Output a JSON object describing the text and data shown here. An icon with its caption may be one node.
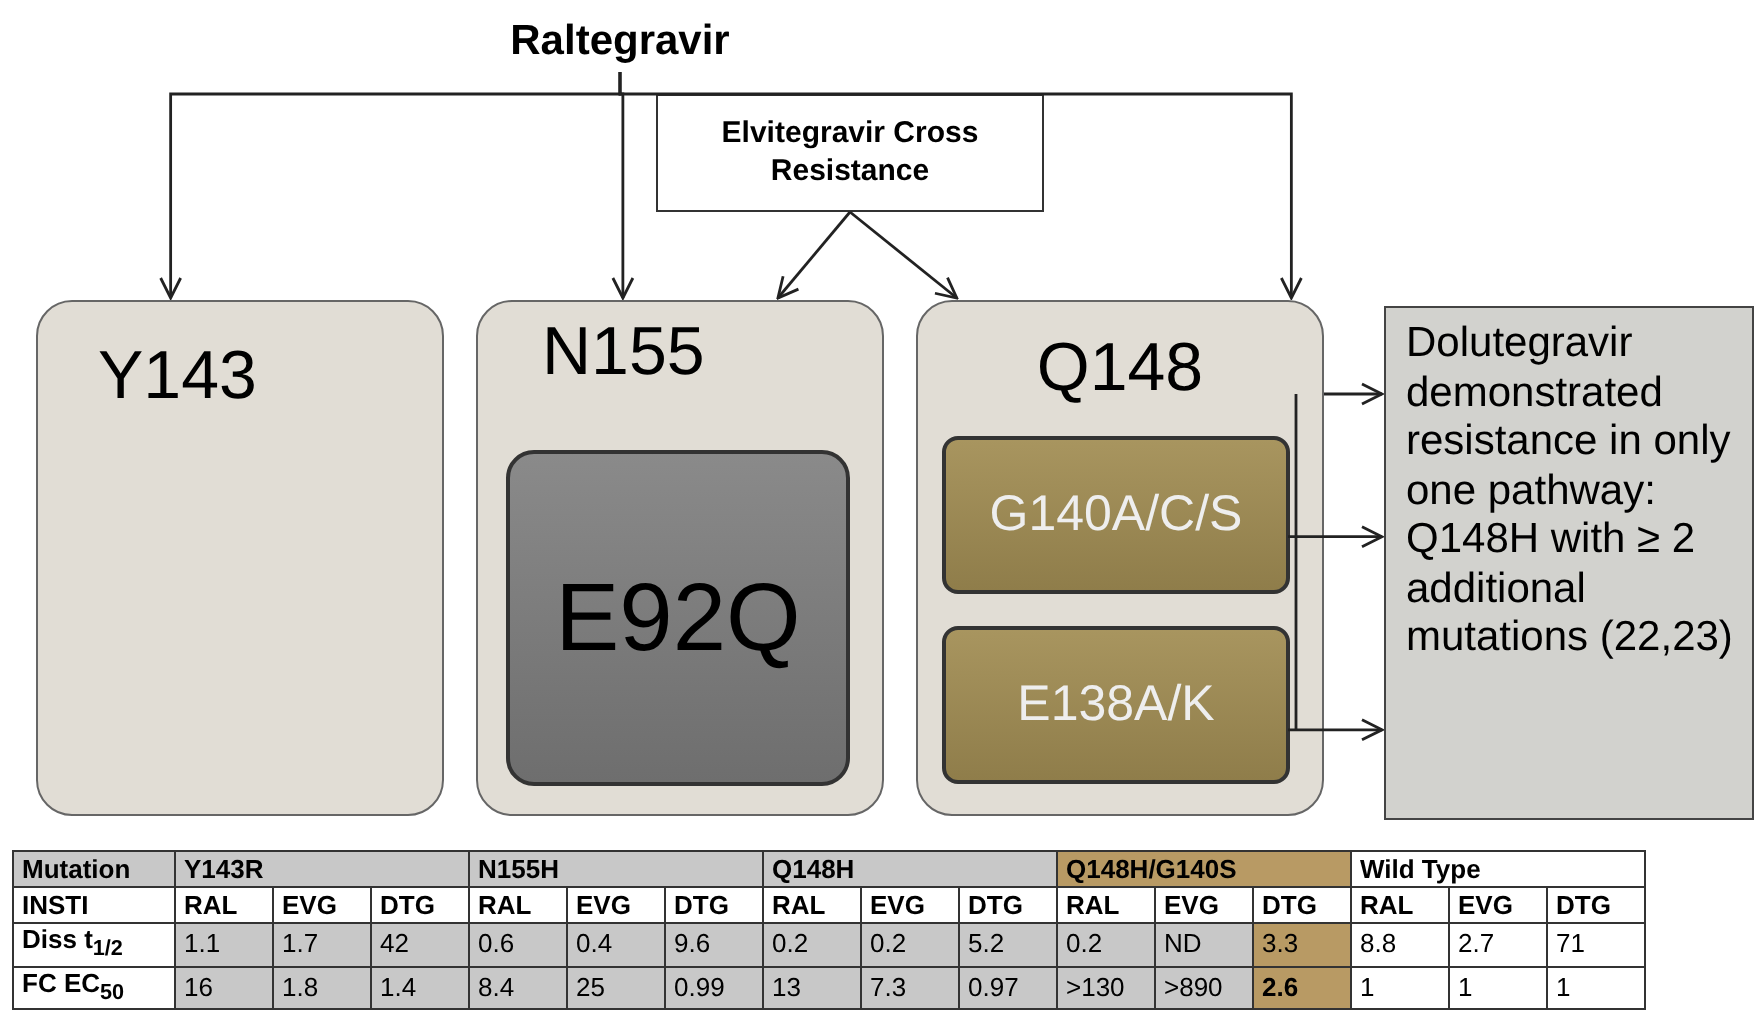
{
  "diagram": {
    "nodes": [
      {
        "text": [
          "Raltegravir"
        ]
      },
      {
        "text": [
          "Elvitegravir Cross Resistance"
        ]
      },
      {
        "text": [
          "Y143"
        ]
      },
      {
        "text": [
          "N155"
        ]
      },
      {
        "text": [
          "E92Q"
        ],
        "in": 3
      },
      {
        "text": [
          "Q148"
        ]
      },
      {
        "text": [
          "G140A/C/S"
        ],
        "in": 5
      },
      {
        "text": [
          "E138A/K"
        ],
        "in": 5
      },
      {
        "text": [
          "Dolutegravir demonstrated resistance in only one pathway: Q148H with ≥ 2 additional mutations (22,23)"
        ]
      }
    ],
    "edges": [
      {
        "from": 0,
        "to": 2,
        "arrow": "to"
      },
      {
        "from": 0,
        "to": 3,
        "arrow": "to"
      },
      {
        "from": 0,
        "to": 5,
        "arrow": "to"
      },
      {
        "from": 1,
        "to": 3,
        "arrow": "to"
      },
      {
        "from": 1,
        "to": 5,
        "arrow": "to"
      },
      {
        "from": 5,
        "to": 8,
        "arrow": "to"
      },
      {
        "from": 6,
        "to": 8,
        "arrow": "to"
      },
      {
        "from": 7,
        "to": 8,
        "arrow": "to"
      }
    ],
    "labels": [
      "Mutation",
      "Y143R",
      "N155H",
      "Q148H",
      "Q148H/G140S",
      "Wild Type",
      "INSTI",
      "RAL",
      "EVG",
      "DTG",
      "RAL",
      "EVG",
      "DTG",
      "RAL",
      "EVG",
      "DTG",
      "RAL",
      "EVG",
      "DTG",
      "RAL",
      "EVG",
      "DTG",
      "Diss t$_{1/2}$",
      "1.1",
      "1.7",
      "42",
      "0.6",
      "0.4",
      "9.6",
      "0.2",
      "0.2",
      "5.2",
      "0.2",
      "ND",
      "3.3",
      "8.8",
      "2.7",
      "71",
      "FC EC$_{50}$",
      "16",
      "1.8",
      "1.4",
      "8.4",
      "25",
      "0.99",
      "13",
      "7.3",
      "0.97",
      ">130",
      ">890",
      "2.6",
      "1",
      "1",
      "1"
    ]
  }
}
